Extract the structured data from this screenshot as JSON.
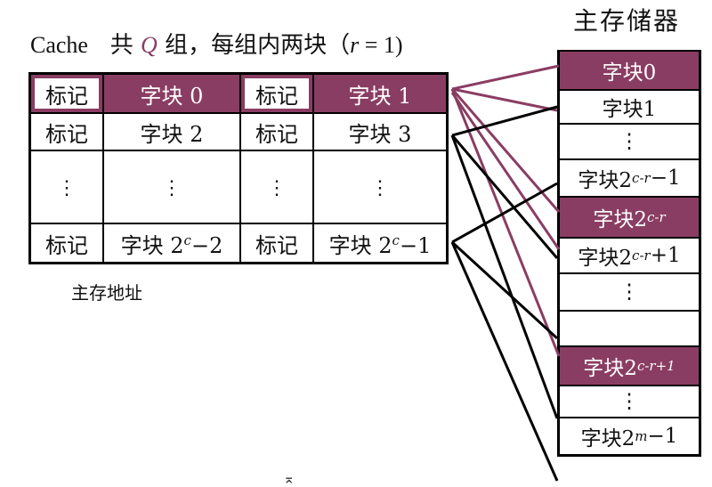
{
  "cache_title": {
    "prefix": "Cache",
    "text1": "共",
    "q": "Q",
    "text2": "组，每组内两块（",
    "r": "r",
    "text3": " = 1)"
  },
  "cache": {
    "rows": [
      {
        "tag_a": "标记",
        "block_a": "字块 0",
        "tag_b": "标记",
        "block_b": "字块 1"
      },
      {
        "tag_a": "标记",
        "block_a": "字块 2",
        "tag_b": "标记",
        "block_b": "字块 3"
      },
      {
        "tag_a": "⋮",
        "block_a": "⋮",
        "tag_b": "⋮",
        "block_b": "⋮"
      },
      {
        "tag_a": "标记",
        "block_a_base": "字块 2",
        "block_a_exp": "c",
        "block_a_tail": "−2",
        "tag_b": "标记",
        "block_b_base": "字块 2",
        "block_b_exp": "c",
        "block_b_tail": "−1"
      }
    ]
  },
  "address_caption": "主存地址",
  "main_memory": {
    "title": "主存储器",
    "cells": [
      {
        "base": "字块0"
      },
      {
        "base": "字块1"
      },
      {
        "base": "⋮"
      },
      {
        "base": "字块2",
        "exp": "c-r",
        "tail": " −1"
      },
      {
        "base": "字块2",
        "exp": "c-r",
        "tail": ""
      },
      {
        "base": "字块2",
        "exp": "c-r",
        "tail": " +1"
      },
      {
        "base": "⋮"
      },
      {
        "base": ""
      },
      {
        "base": "字块2",
        "exp": "c-r+1",
        "tail": ""
      },
      {
        "base": "⋮"
      },
      {
        "base": "字块2",
        "exp": "m",
        "tail": "−1"
      }
    ]
  },
  "colors": {
    "accent": "#8a3d63",
    "line": "#000000"
  }
}
